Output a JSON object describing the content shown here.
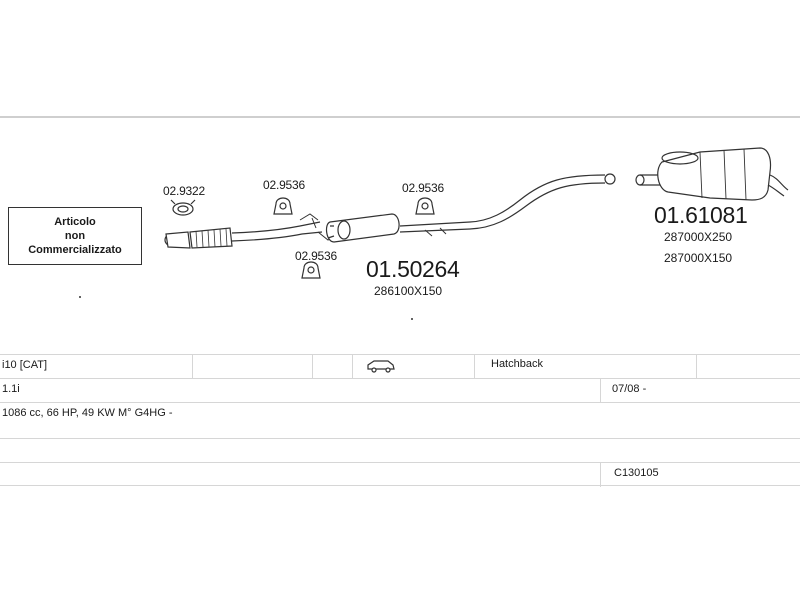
{
  "not_available_box": {
    "lines": [
      "Articolo",
      "non",
      "Commercializzato"
    ]
  },
  "parts": {
    "clamp_1": "02.9322",
    "hanger_1": "02.9536",
    "hanger_2": "02.9536",
    "hanger_3": "02.9536",
    "middle_silencer": {
      "code": "01.50264",
      "dimensions": "286100X150"
    },
    "rear_silencer": {
      "code": "01.61081",
      "dimensions": [
        "287000X250",
        "287000X150"
      ]
    }
  },
  "vehicle": {
    "model": "i10  [CAT]",
    "body_type": "Hatchback",
    "engine": "1.1i",
    "date_range": "07/08 -",
    "spec": "1086 cc, 66 HP, 49 KW M° G4HG -",
    "catalog_code": "C130105"
  },
  "icons": {
    "body_icon": "car-hatchback-icon"
  },
  "colors": {
    "line": "#333333",
    "grid": "#d6d6d6",
    "frame": "#cfcfcf"
  }
}
